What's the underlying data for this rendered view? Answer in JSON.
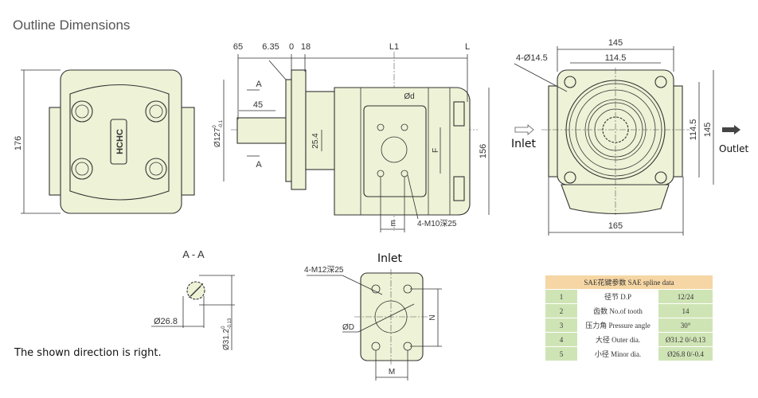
{
  "title": "Outline Dimensions",
  "note": "The shown direction is right.",
  "logo_text": "HCHC",
  "front_view": {
    "height": "176"
  },
  "side_view": {
    "dims_top": [
      "65",
      "6.35",
      "0",
      "18",
      "L1",
      "L"
    ],
    "shaft_length": "45",
    "section_mark": "A",
    "pilot_dia": "Ø127",
    "pilot_tol_upper": "0",
    "pilot_tol_lower": "-0.1",
    "offset": "25.4",
    "port_dia": "Ød",
    "port_spacing_f": "F",
    "port_spacing_e": "E",
    "port_threads": "4-M10深25",
    "height": "156"
  },
  "rear_view": {
    "width_outer": "145",
    "width_inner": "114.5",
    "holes": "4-Ø14.5",
    "height_inner": "114.5",
    "height_outer": "145",
    "base_width": "165",
    "inlet_label": "Inlet",
    "outlet_label": "Outlet"
  },
  "section_aa": {
    "title": "A - A",
    "minor_dia": "Ø26.8",
    "outer_dia": "Ø31.2",
    "outer_tol_upper": "0",
    "outer_tol_lower": "-0.13"
  },
  "inlet_flange": {
    "title": "Inlet",
    "threads": "4-M12深25",
    "dia": "ØD",
    "spacing_n": "N",
    "spacing_m": "M"
  },
  "spline_table": {
    "header": "SAE花键参数  SAE spline data",
    "rows": [
      {
        "n": "1",
        "desc": "径节  D.P",
        "value": "12/24"
      },
      {
        "n": "2",
        "desc": "齿数  No.of tooth",
        "value": "14"
      },
      {
        "n": "3",
        "desc": "压力角  Pressure angle",
        "value": "30°"
      },
      {
        "n": "4",
        "desc": "大径  Outer dia.",
        "value": "Ø31.2 0/-0.13"
      },
      {
        "n": "5",
        "desc": "小径  Minor dia.",
        "value": "Ø26.8 0/-0.4"
      }
    ]
  }
}
